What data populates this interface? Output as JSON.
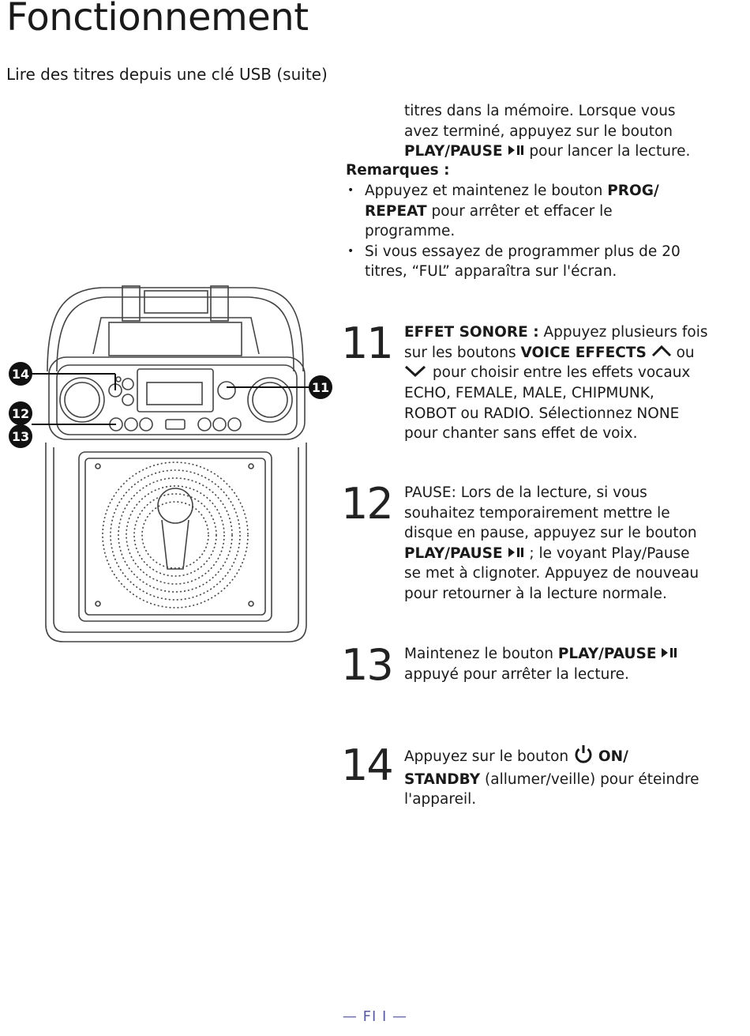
{
  "header": {
    "title": "Fonctionnement",
    "subtitle": "Lire des titres depuis une clé USB (suite)"
  },
  "continuation": {
    "line1": "titres dans la mémoire. Lorsque vous",
    "line2": "avez terminé, appuyez sur le bouton",
    "button": "PLAY/PAUSE",
    "after": " pour lancer la lecture."
  },
  "remarks": {
    "heading": "Remarques :",
    "b1_pre": "Appuyez et maintenez le bouton ",
    "b1_bold1": "PROG/",
    "b1_bold2": "REPEAT",
    "b1_post": " pour arrêter et effacer le",
    "b1_end": "programme.",
    "b2_l1": "Si vous essayez de programmer plus de 20",
    "b2_l2": "titres, “FUL” apparaîtra sur l'écran."
  },
  "steps": [
    {
      "number": "11",
      "bold_title": "EFFET SONORE :",
      "t1": " Appuyez plusieurs fois",
      "t2_pre": "sur les boutons ",
      "t2_bold": "VOICE EFFECTS",
      "t2_post": " ou",
      "t3": " pour choisir entre les effets vocaux",
      "t4": "ECHO, FEMALE, MALE, CHIPMUNK,",
      "t5": "ROBOT ou RADIO. Sélectionnez NONE",
      "t6": "pour chanter sans effet de voix."
    },
    {
      "number": "12",
      "t1": "PAUSE: Lors de la lecture, si vous",
      "t2": "souhaitez temporairement mettre le",
      "t3": "disque en pause, appuyez sur le bouton",
      "t4_bold": "PLAY/PAUSE",
      "t4_post": " ; le voyant Play/Pause",
      "t5": "se met à clignoter. Appuyez de nouveau",
      "t6": "pour retourner à la lecture normale."
    },
    {
      "number": "13",
      "t1_pre": "Maintenez le bouton ",
      "t1_bold": "PLAY/PAUSE",
      "t2": "appuyé pour arrêter la lecture."
    },
    {
      "number": "14",
      "t1_pre": "Appuyez sur le bouton ",
      "t1_bold": "ON/",
      "t2_bold": "STANDBY",
      "t2_post": " (allumer/veille) pour éteindre",
      "t3": "l'appareil."
    }
  ],
  "callouts": {
    "c14": "14",
    "c12": "12",
    "c13": "13",
    "c11": "11"
  },
  "footer": "— FI I —"
}
